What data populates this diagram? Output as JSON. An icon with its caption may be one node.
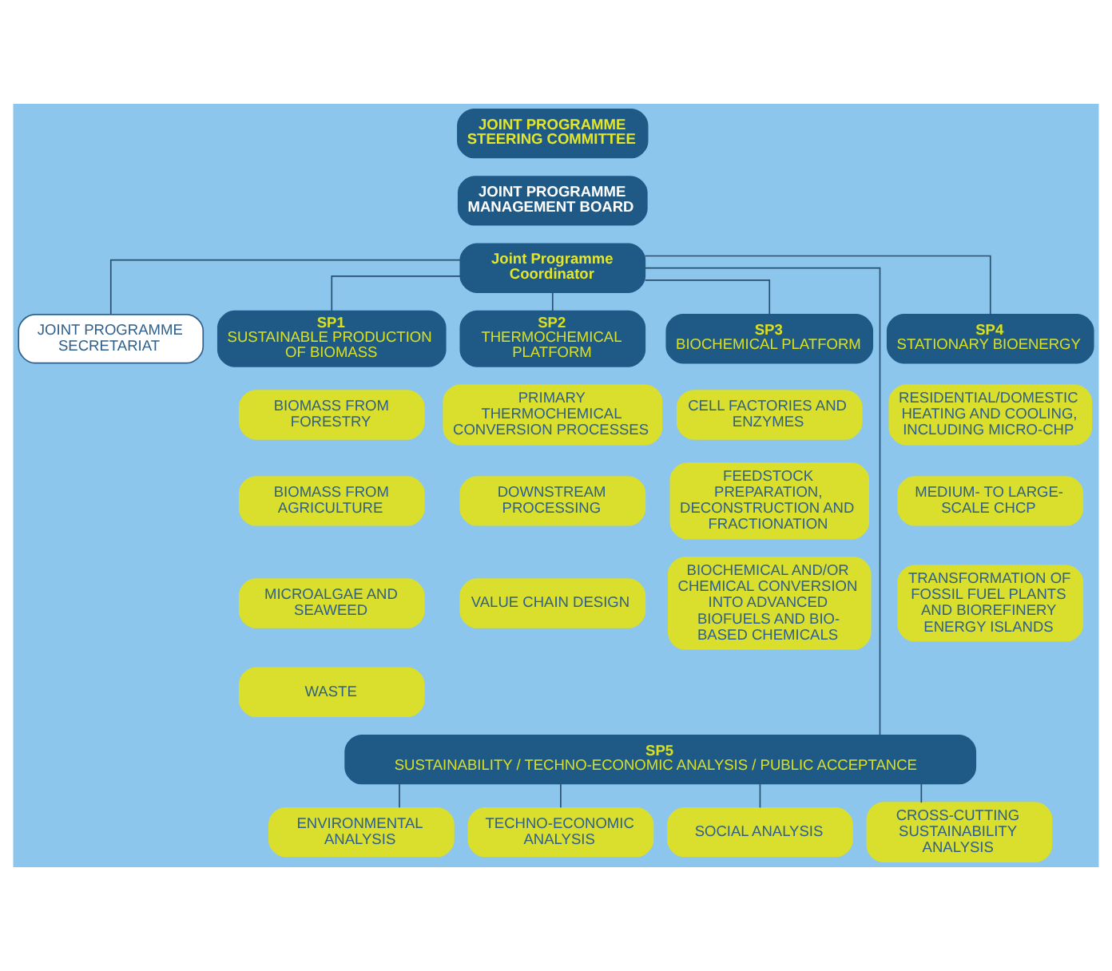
{
  "diagram": {
    "nodes": [
      {
        "text": [
          "JOINT PROGRAMME STEERING COMMITTEE"
        ]
      },
      {
        "text": [
          "JOINT PROGRAMME MANAGEMENT BOARD"
        ]
      },
      {
        "text": [
          "Joint Programme Coordinator"
        ]
      },
      {
        "text": [
          "JOINT PROGRAMME SECRETARIAT"
        ]
      },
      {
        "text": [
          "SP1",
          "SUSTAINABLE PRODUCTION OF BIOMASS"
        ]
      },
      {
        "text": [
          "SP2",
          "THERMOCHEMICAL PLATFORM"
        ]
      },
      {
        "text": [
          "SP3",
          "BIOCHEMICAL PLATFORM"
        ]
      },
      {
        "text": [
          "SP4",
          "STATIONARY BIOENERGY"
        ]
      },
      {
        "text": [
          "BIOMASS FROM FORESTRY"
        ]
      },
      {
        "text": [
          "BIOMASS FROM AGRICULTURE"
        ]
      },
      {
        "text": [
          "MICROALGAE AND SEAWEED"
        ]
      },
      {
        "text": [
          "WASTE"
        ]
      },
      {
        "text": [
          "PRIMARY THERMOCHEMICAL CONVERSION PROCESSES"
        ]
      },
      {
        "text": [
          "DOWNSTREAM PROCESSING"
        ]
      },
      {
        "text": [
          "VALUE CHAIN DESIGN"
        ]
      },
      {
        "text": [
          "CELL FACTORIES AND ENZYMES"
        ]
      },
      {
        "text": [
          "FEEDSTOCK PREPARATION, DECONSTRUCTION AND FRACTIONATION"
        ]
      },
      {
        "text": [
          "BIOCHEMICAL AND/OR CHEMICAL CONVERSION INTO ADVANCED BIOFUELS AND BIO-BASED CHEMICALS"
        ]
      },
      {
        "text": [
          "RESIDENTIAL/DOMESTIC HEATING AND COOLING, INCLUDING MICRO-CHP"
        ]
      },
      {
        "text": [
          "MEDIUM- TO LARGE-SCALE CHCP"
        ]
      },
      {
        "text": [
          "TRANSFORMATION OF FOSSIL FUEL PLANTS AND BIOREFINERY ENERGY ISLANDS"
        ]
      },
      {
        "text": [
          "SP5",
          "SUSTAINABILITY / TECHNO-ECONOMIC ANALYSIS / PUBLIC ACCEPTANCE"
        ]
      },
      {
        "text": [
          "ENVIRONMENTAL ANALYSIS"
        ]
      },
      {
        "text": [
          "TECHNO-ECONOMIC ANALYSIS"
        ]
      },
      {
        "text": [
          "SOCIAL ANALYSIS"
        ]
      },
      {
        "text": [
          "CROSS-CUTTING SUSTAINABILITY ANALYSIS"
        ]
      }
    ],
    "edges": [
      {
        "from": 2,
        "to": 3,
        "arrow": "none"
      },
      {
        "from": 2,
        "to": 4,
        "arrow": "none"
      },
      {
        "from": 2,
        "to": 5,
        "arrow": "none"
      },
      {
        "from": 2,
        "to": 6,
        "arrow": "none"
      },
      {
        "from": 2,
        "to": 7,
        "arrow": "none"
      },
      {
        "from": 2,
        "to": 21,
        "arrow": "none"
      },
      {
        "from": 21,
        "to": 22,
        "arrow": "none"
      },
      {
        "from": 21,
        "to": 23,
        "arrow": "none"
      },
      {
        "from": 21,
        "to": 24,
        "arrow": "none"
      },
      {
        "from": 21,
        "to": 25,
        "arrow": "none"
      }
    ]
  }
}
